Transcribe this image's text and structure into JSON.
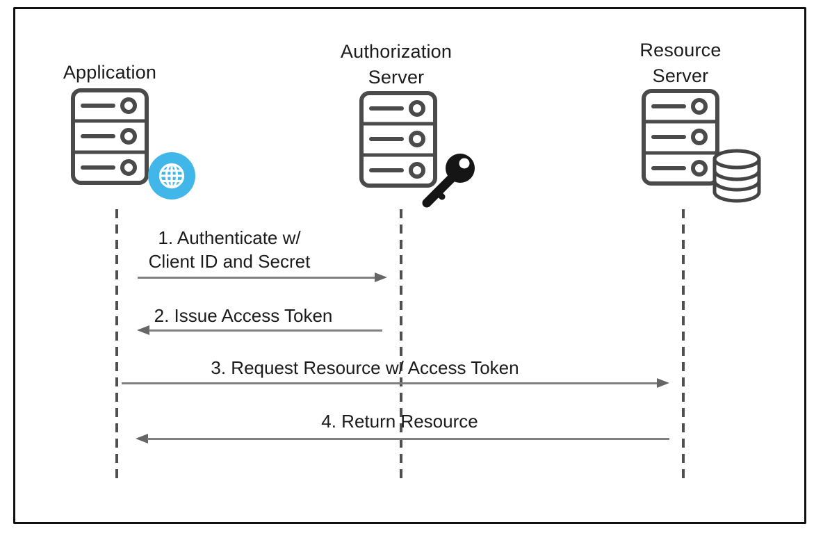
{
  "diagram_type": "sequence-diagram",
  "actors": [
    {
      "id": "application",
      "label_lines": [
        "Application"
      ],
      "icon": "server-icon",
      "badge": "globe-icon"
    },
    {
      "id": "authorization-server",
      "label_lines": [
        "Authorization",
        "Server"
      ],
      "icon": "server-icon",
      "badge": "key-icon"
    },
    {
      "id": "resource-server",
      "label_lines": [
        "Resource",
        "Server"
      ],
      "icon": "server-icon",
      "badge": "database-icon"
    }
  ],
  "messages": [
    {
      "step": 1,
      "lines": [
        "1. Authenticate w/",
        "Client ID and Secret"
      ],
      "from": "Application",
      "to": "Authorization Server",
      "direction": "right"
    },
    {
      "step": 2,
      "lines": [
        "2. Issue Access Token"
      ],
      "from": "Authorization Server",
      "to": "Application",
      "direction": "left"
    },
    {
      "step": 3,
      "lines": [
        "3. Request Resource w/ Access Token"
      ],
      "from": "Application",
      "to": "Resource Server",
      "direction": "right"
    },
    {
      "step": 4,
      "lines": [
        "4. Return Resource"
      ],
      "from": "Resource Server",
      "to": "Application",
      "direction": "left"
    }
  ],
  "colors": {
    "frame": "#111111",
    "text": "#1b1b1b",
    "arrow": "#7f7f7f",
    "arrowhead": "#666666",
    "lifeline": "#4f4f4f",
    "icon_stroke": "#4a4a4a",
    "globe_blue": "#41b6e8",
    "key_black": "#151515",
    "db_stroke": "#444444"
  }
}
